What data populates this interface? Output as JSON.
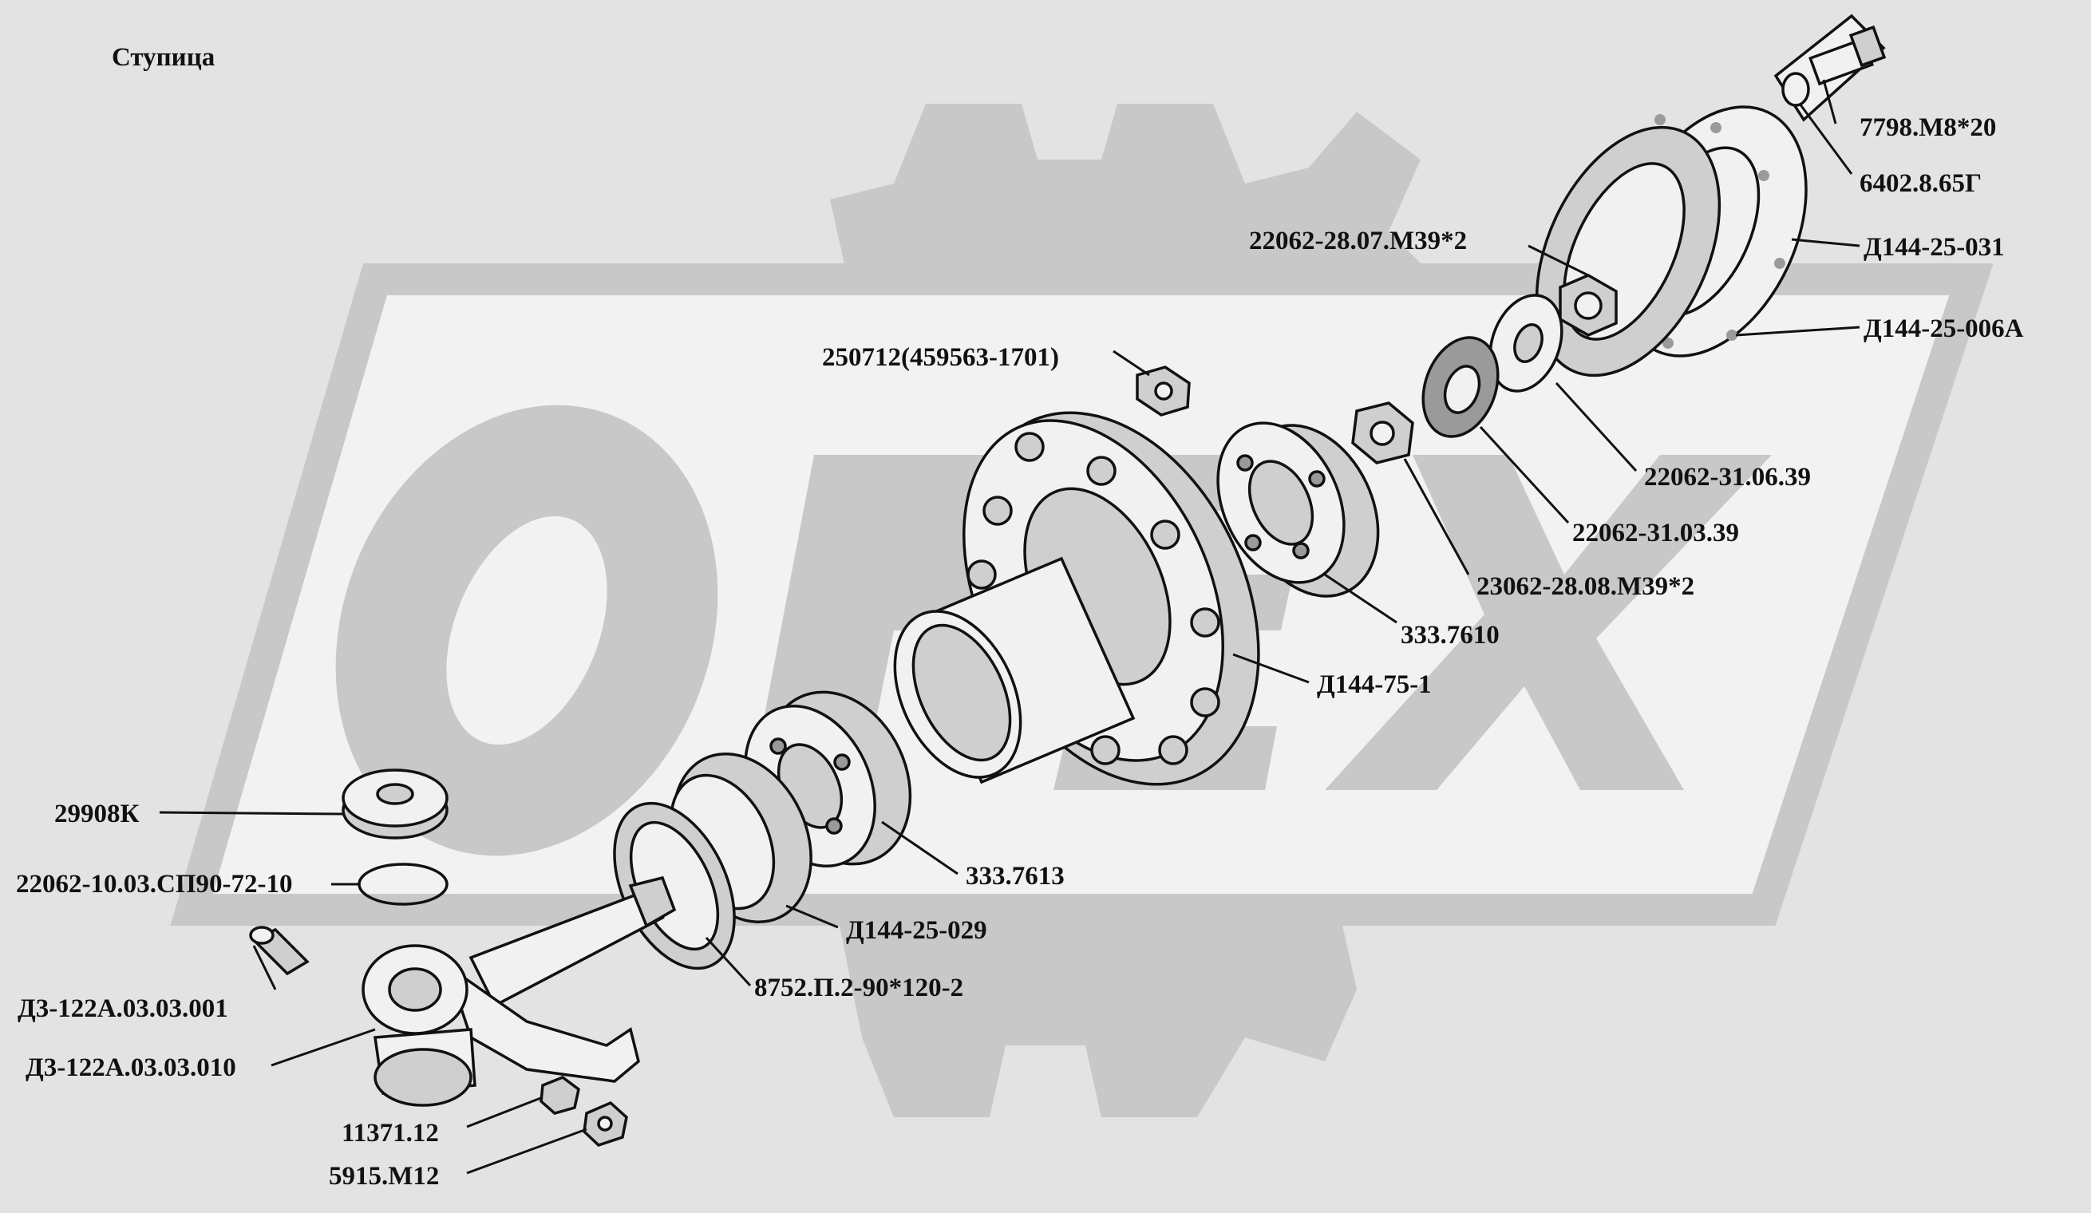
{
  "diagram": {
    "title": "Ступица",
    "colors": {
      "background": "#e3e3e3",
      "watermark": "#c8c8c8",
      "ink": "#111111"
    },
    "labels": {
      "bolt": "7798.М8*20",
      "washer_spring": "6402.8.65Г",
      "cover": "Д144-25-031",
      "gasket": "Д144-25-006А",
      "nut_m39": "22062-28.07.М39*2",
      "stud_nut": "250712(459563-1701)",
      "lock_washer": "22062-31.06.39",
      "washer_tab": "22062-31.03.39",
      "nut_m39_b": "23062-28.08.М39*2",
      "bearing_outer": "333.7610",
      "hub": "Д144-75-1",
      "bearing_inner": "333.7613",
      "spacer": "Д144-25-029",
      "seal": "8752.П.2-90*120-2",
      "thrust_bearing": "29908К",
      "oring": "22062-10.03.СП90-72-10",
      "grease_fitting": "Д3-122А.03.03.001",
      "knuckle": "Д3-122А.03.03.010",
      "nut_small": "11371.12",
      "nut_m12": "5915.М12"
    }
  }
}
